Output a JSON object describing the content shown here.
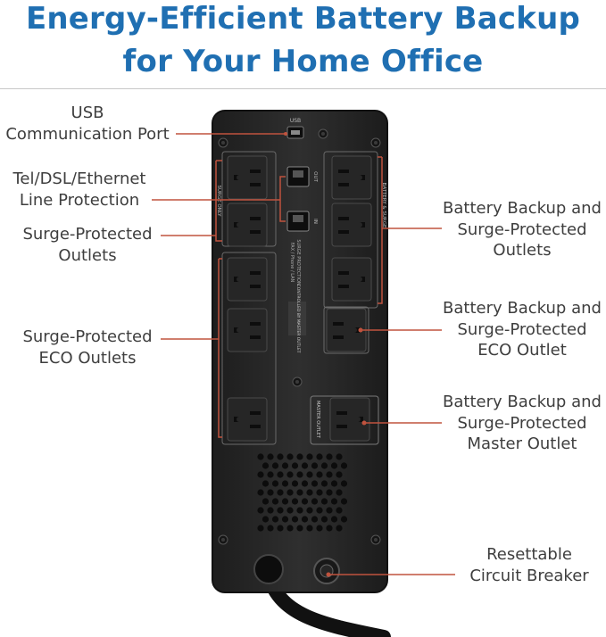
{
  "headline": {
    "line1": "Energy-Efficient Battery Backup",
    "line2": "for Your Home Office"
  },
  "labels": {
    "usb": [
      "USB",
      "Communication Port"
    ],
    "tel": [
      "Tel/DSL/Ethernet",
      "Line Protection"
    ],
    "surge": [
      "Surge-Protected",
      "Outlets"
    ],
    "surge_eco": [
      "Surge-Protected",
      "ECO Outlets"
    ],
    "battery": [
      "Battery Backup and",
      "Surge-Protected",
      "Outlets"
    ],
    "battery_eco": [
      "Battery Backup and",
      "Surge-Protected",
      "ECO Outlet"
    ],
    "master": [
      "Battery Backup and",
      "Surge-Protected",
      "Master Outlet"
    ],
    "breaker": [
      "Resettable",
      "Circuit Breaker"
    ]
  },
  "device_markings": {
    "usb": "USB",
    "out": "OUT",
    "in": "IN",
    "surge_only": "SURGE ONLY",
    "battery_surge": "BATTERY & SURGE",
    "fax": "FAX / Phone / LAN",
    "surge_protection": "SURGE PROTECTION",
    "controlled": "CONTROLLED BY MASTER OUTLET",
    "master": "MASTER OUTLET"
  },
  "colors": {
    "headline": "#1f6fb2",
    "label_text": "#3e3e3e",
    "callout": "#c0533e",
    "device": "#2a2a2a"
  }
}
